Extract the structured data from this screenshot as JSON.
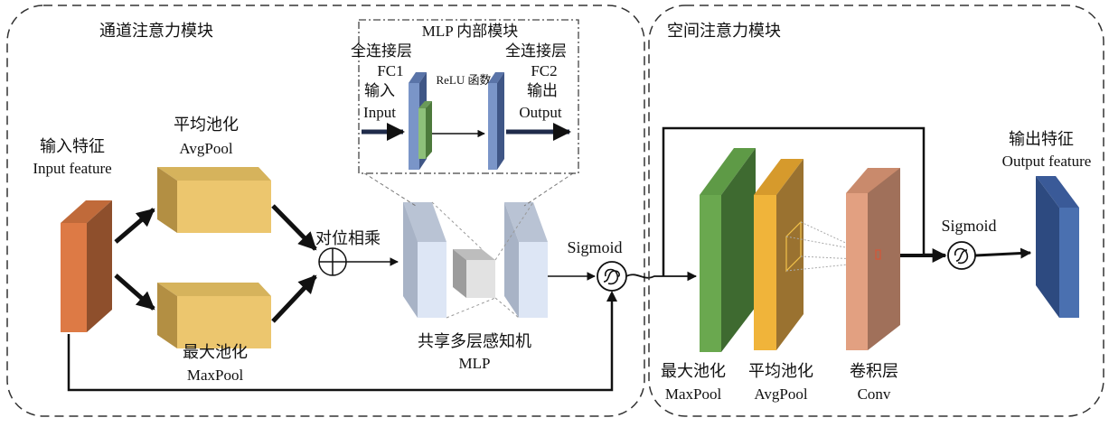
{
  "channel_module": {
    "title": "通道注意力模块",
    "input": {
      "label_cn": "输入特征",
      "label_en": "Input feature"
    },
    "avgpool": {
      "label_cn": "平均池化",
      "label_en": "AvgPool"
    },
    "maxpool": {
      "label_cn": "最大池化",
      "label_en": "MaxPool"
    },
    "add_label": "对位相乘",
    "mlp_label_cn": "共享多层感知机",
    "mlp_label_en": "MLP",
    "sigmoid": "Sigmoid"
  },
  "mlp_inset": {
    "title": "MLP 内部模块",
    "fc1_cn": "全连接层",
    "fc1_en": "FC1",
    "input_cn": "输入",
    "input_en": "Input",
    "relu": "ReLU 函数",
    "fc2_cn": "全连接层",
    "fc2_en": "FC2",
    "output_cn": "输出",
    "output_en": "Output"
  },
  "spatial_module": {
    "title": "空间注意力模块",
    "maxpool_cn": "最大池化",
    "maxpool_en": "MaxPool",
    "avgpool_cn": "平均池化",
    "avgpool_en": "AvgPool",
    "conv_cn": "卷积层",
    "conv_en": "Conv",
    "sigmoid": "Sigmoid",
    "output_cn": "输出特征",
    "output_en": "Output feature"
  },
  "colors": {
    "input_front": "#dd7a45",
    "input_side": "#8e4f2c",
    "pool_front": "#ecc66e",
    "pool_top": "#d2ac55",
    "pool_side": "#b38f43",
    "green_front": "#6aa84f",
    "green_side": "#3e6a30",
    "orange_front": "#f0b43a",
    "orange_side": "#9a7230",
    "conv_front": "#e2a081",
    "conv_side": "#a0705a",
    "out_front": "#4a70b0",
    "out_side": "#2d4a80",
    "fc_blue": "#7a95c8",
    "fc_green": "#8ec07a"
  }
}
